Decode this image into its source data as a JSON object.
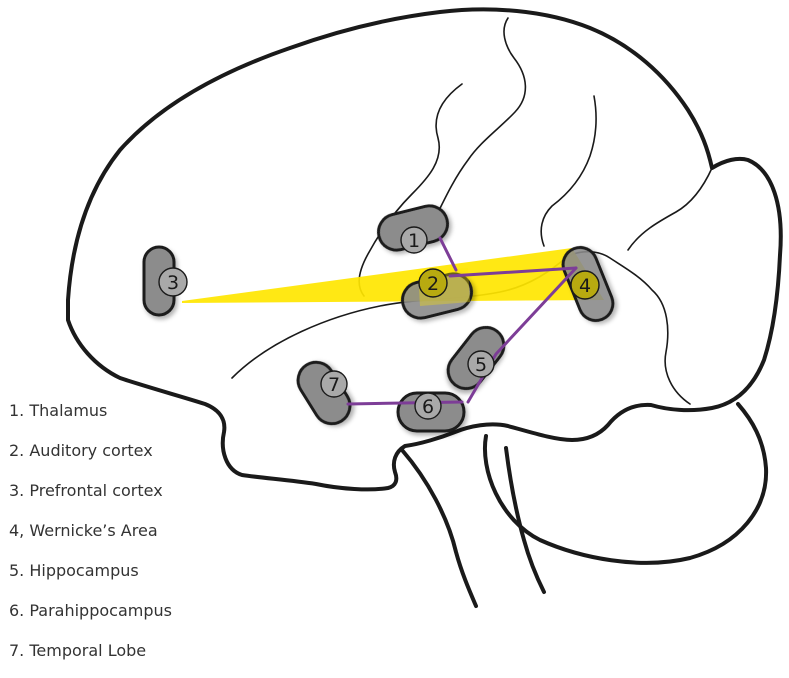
{
  "legend": {
    "items": [
      "1. Thalamus",
      "2. Auditory cortex",
      "3. Prefrontal cortex",
      "4, Wernicke’s Area",
      "5. Hippocampus",
      "6. Parahippocampus",
      "7. Temporal Lobe"
    ]
  },
  "markers": {
    "m1": "1",
    "m2": "2",
    "m3": "3",
    "m4": "4",
    "m5": "5",
    "m6": "6",
    "m7": "7"
  },
  "colors": {
    "beam": "#ffe600",
    "connection": "#7d3d97",
    "region": "#8c8c8c",
    "outline": "#1a1a1a"
  }
}
